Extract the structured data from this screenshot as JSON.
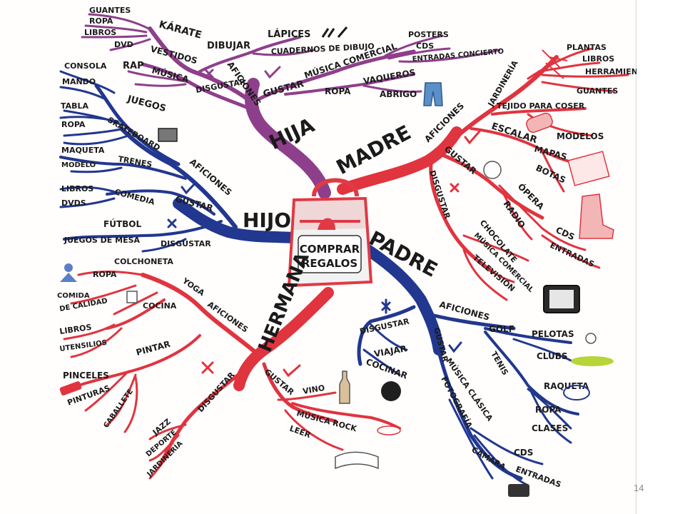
{
  "page_number": "14",
  "colors": {
    "hija": "#8e3f8b",
    "madre": "#e0343f",
    "hijo": "#22378f",
    "padre": "#22378f",
    "hermana": "#e0343f",
    "bag": "#e03a44"
  },
  "center": {
    "line1": "COMPRAR",
    "line2": "REGALOS"
  },
  "branches": {
    "hija": "HIJA",
    "madre": "MADRE",
    "hijo": "HIJO",
    "padre": "PADRE",
    "hermana": "HERMANA"
  },
  "hija": {
    "aficiones": "AFICIONES",
    "gustar": "GUSTAR",
    "disgustar": "DISGUSTAR",
    "karate": "KÁRATE",
    "guantes": "GUANTES",
    "ropa": "ROPA",
    "libros": "LIBROS",
    "dvd": "DVD",
    "dibujar": "DIBUJAR",
    "lapices": "LÁPICES",
    "cuadernos": "CUADERNOS DE DIBUJO",
    "musica_comercial": "MÚSICA COMERCIAL",
    "posters": "POSTERS",
    "cds": "CDS",
    "entradas": "ENTRADAS CONCIERTO",
    "ropa2": "ROPA",
    "vaqueros": "VAQUEROS",
    "abrigo": "ABRIGO",
    "vestidos": "VESTIDOS",
    "rap": "RAP",
    "musica": "MÚSICA"
  },
  "madre": {
    "aficiones": "AFICIONES",
    "jardineria": "JARDINERÍA",
    "plantas": "PLANTAS",
    "libros": "LIBROS",
    "herramientas": "HERRAMIENT",
    "guantes": "GUANTES",
    "tejido": "TEJIDO PARA COSER",
    "modelos": "MODELOS",
    "escalar": "ESCALAR",
    "mapas": "MAPAS",
    "botas": "BOTAS",
    "gustar": "GUSTAR",
    "opera": "ÓPERA",
    "radio": "RADIO",
    "cds": "CDS",
    "entradas": "ENTRADAS",
    "disgustar": "DISGUSTAR",
    "chocolate": "CHOCOLATE",
    "musica_comercial": "MÚSICA COMERCIAL",
    "television": "TELEVISIÓN"
  },
  "hijo": {
    "consola": "CONSOLA",
    "mando": "MANDO",
    "juegos": "JUEGOS",
    "tabla": "TABLA",
    "ropa": "ROPA",
    "skateboard": "SKATEBOARD",
    "aficiones": "AFICIONES",
    "maqueta": "MAQUETA",
    "trenes": "TRENES",
    "modelo": "MODELO",
    "libros": "LIBROS",
    "dvds": "DVDS",
    "comedia": "COMEDIA",
    "gustar": "GUSTAR",
    "futbol": "FÚTBOL",
    "juegos_mesa": "JUEGOS DE MESA",
    "disgustar": "DISGUSTAR"
  },
  "padre": {
    "disgustar": "DISGUSTAR",
    "viajar": "VIAJAR",
    "cocinar": "COCINAR",
    "aficiones": "AFICIONES",
    "golf": "GOLF",
    "pelotas": "PELOTAS",
    "clubs": "CLUBS",
    "tenis": "TENIS",
    "raqueta": "RAQUETA",
    "ropa": "ROPA",
    "clases": "CLASES",
    "gustar": "GUSTAR",
    "musica_clasica": "MÚSICA CLÁSICA",
    "fotografia": "FOTOGRAFÍA",
    "camara": "CÁMARA",
    "cds": "CDS",
    "entradas": "ENTRADAS"
  },
  "hermana": {
    "colchoneta": "COLCHONETA",
    "yoga": "YOGA",
    "aficiones": "AFICIONES",
    "ropa": "ROPA",
    "comida": "COMIDA",
    "de_calidad": "DE CALIDAD",
    "cocina": "COCINA",
    "libros": "LIBROS",
    "utensilios": "UTENSILIOS",
    "pinceles": "PINCELES",
    "pintar": "PINTAR",
    "pinturas": "PINTURAS",
    "caballete": "CABALLETE",
    "disgustar": "DISGUSTAR",
    "jazz": "JAZZ",
    "deporte": "DEPORTE",
    "jardineria": "JARDINERÍA",
    "gustar": "GUSTAR",
    "vino": "VINO",
    "musica_rock": "MÚSICA ROCK",
    "leer": "LEER"
  }
}
